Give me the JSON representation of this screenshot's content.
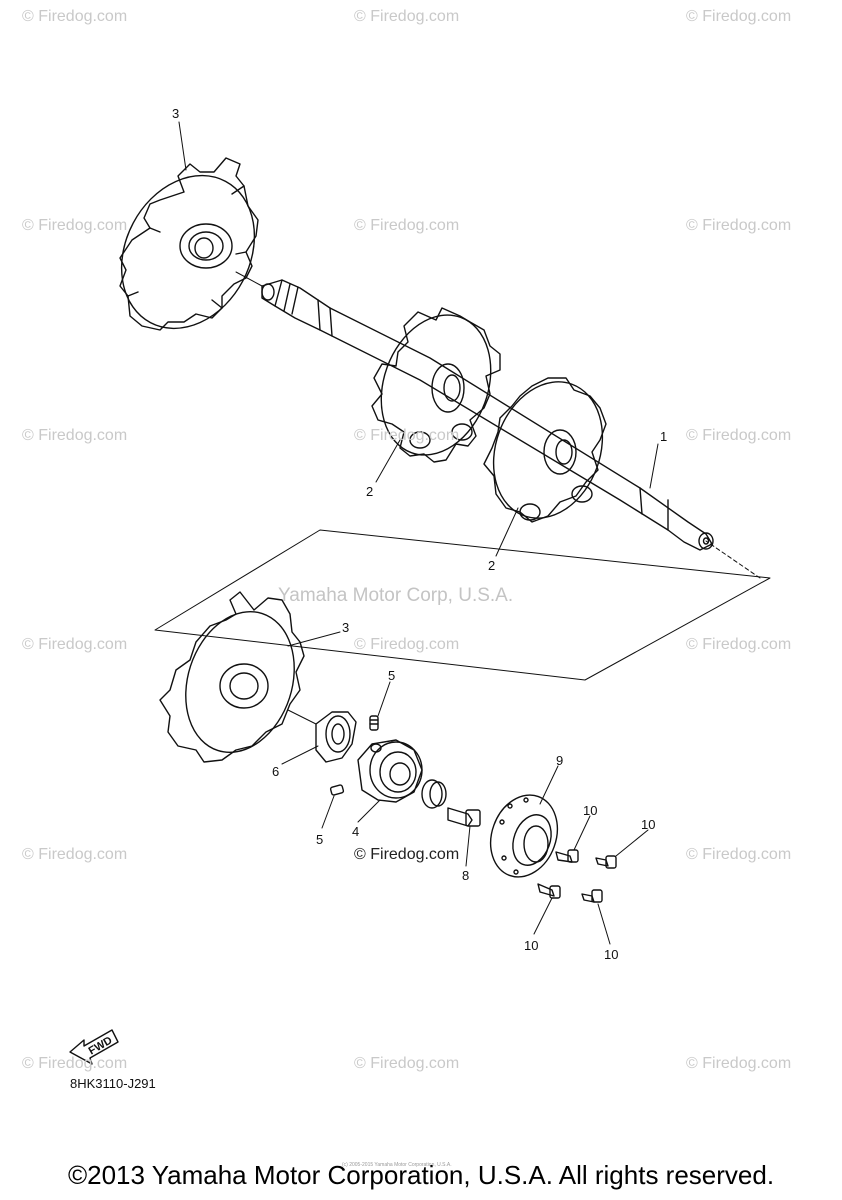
{
  "watermarks": {
    "text": "© Firedog.com",
    "row1": "© Firedog.com",
    "row2": "© Firedog.com",
    "row3": "© Firedog.com",
    "row4": "© Firedog.com",
    "row5": "© Firedog.com",
    "row6": "© Firedog.com"
  },
  "center_watermark": "Yamaha Motor Corp, U.S.A.",
  "firedog_center": "© Firedog.com",
  "callouts": {
    "c1": "1",
    "c2a": "2",
    "c2b": "2",
    "c3a": "3",
    "c3b": "3",
    "c4": "4",
    "c5a": "5",
    "c5b": "5",
    "c6": "6",
    "c8": "8",
    "c9": "9",
    "c10a": "10",
    "c10b": "10",
    "c10c": "10",
    "c10d": "10"
  },
  "fwd_label": "FWD",
  "diagram_code": "8HK3110-J291",
  "tiny_notice": "(c) 2005-2015 Yamaha Motor Corporation, U.S.A.",
  "copyright": "©2013 Yamaha Motor Corporation, U.S.A. All rights reserved.",
  "colors": {
    "line": "#111111",
    "watermark": "#c9c9c9"
  }
}
